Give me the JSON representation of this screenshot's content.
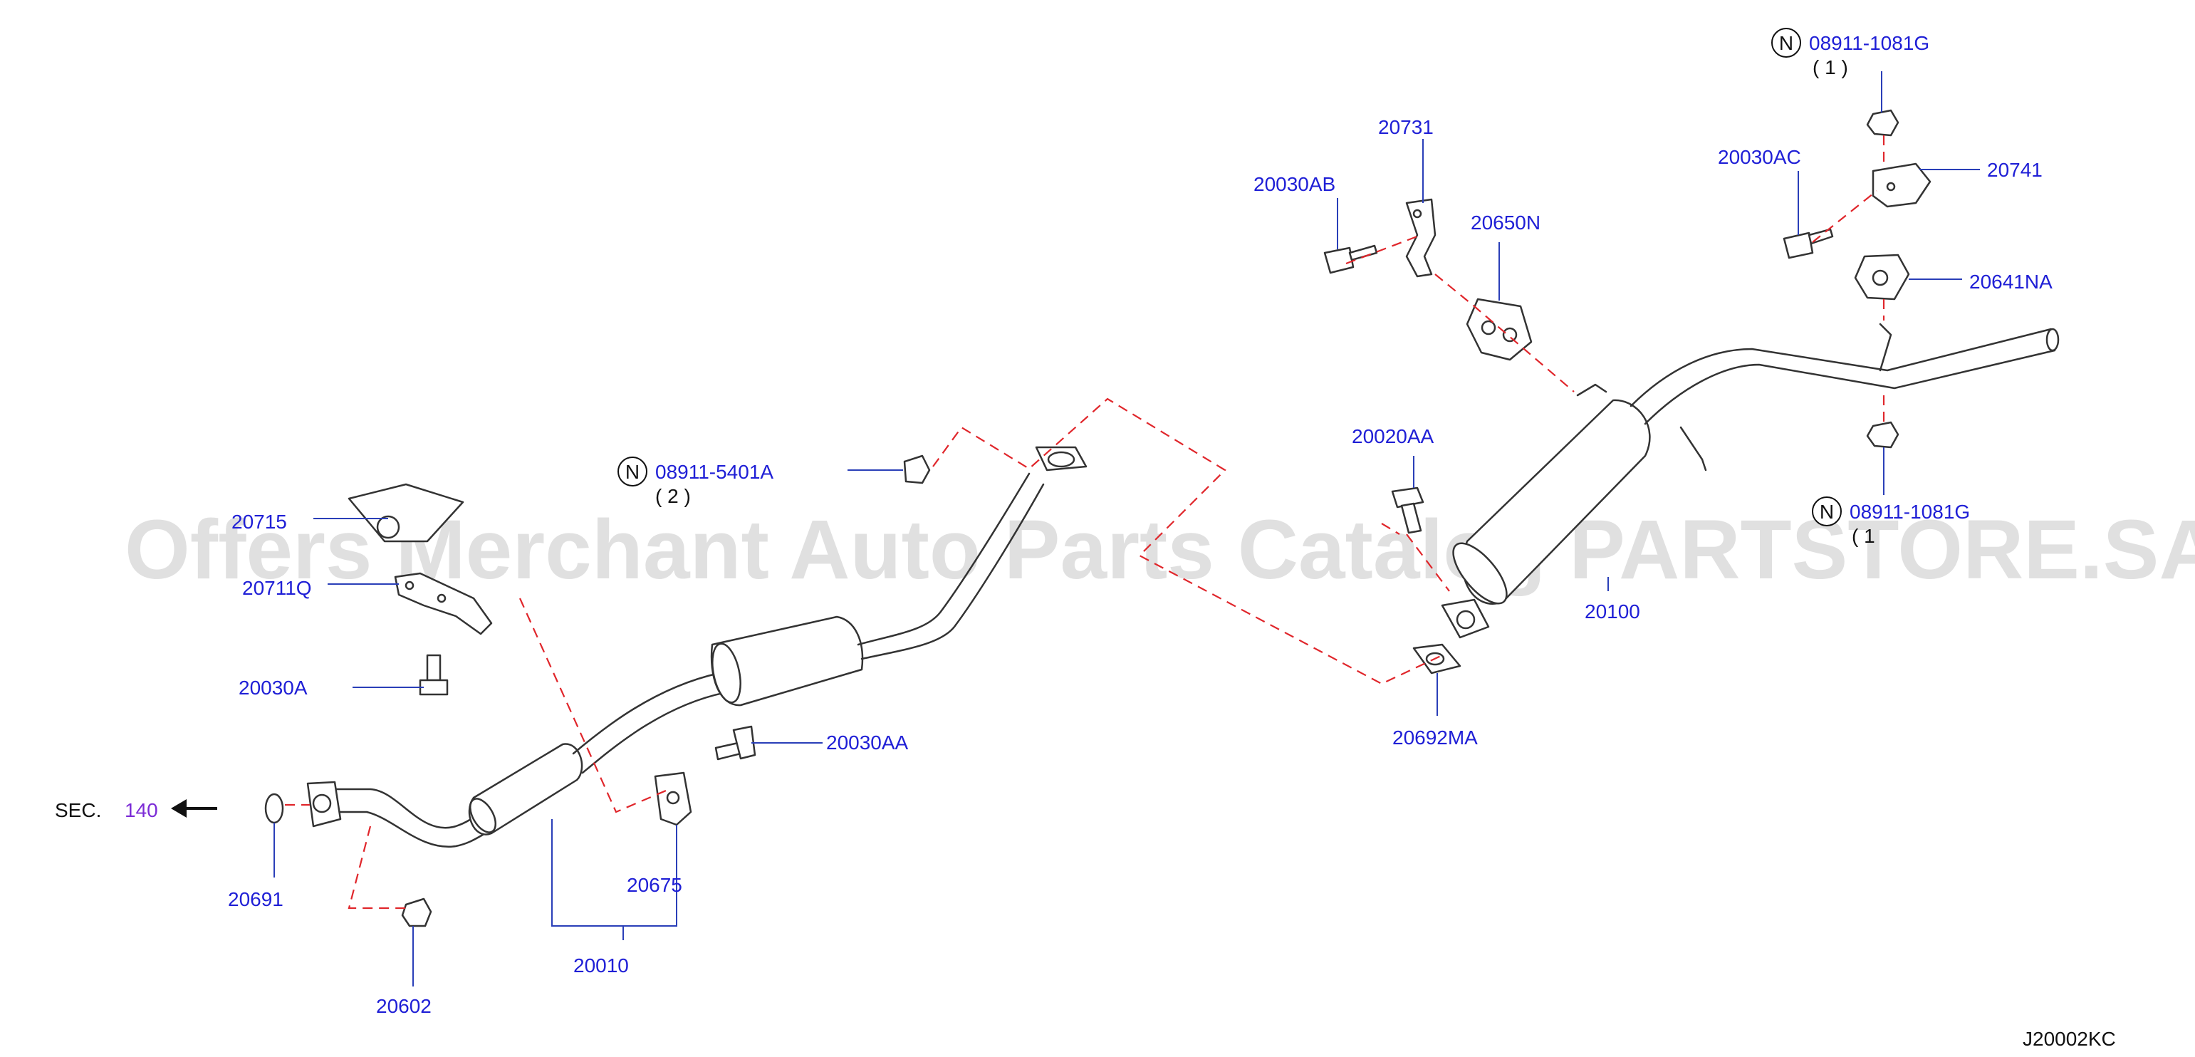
{
  "watermark": "Offers Merchant Auto Parts Catalog PARTSTORE.SA",
  "diagram_code": "J20002KC",
  "section_ref": {
    "prefix": "SEC.",
    "number": "140"
  },
  "notes": [
    {
      "symbol": "N",
      "part": "08911-1081G",
      "qty": "( 1 )"
    },
    {
      "symbol": "N",
      "part": "08911-5401A",
      "qty": "( 2 )"
    },
    {
      "symbol": "N",
      "part": "08911-1081G",
      "qty": "( 1"
    }
  ],
  "parts": {
    "p20731": "20731",
    "p20030AB": "20030AB",
    "p20650N": "20650N",
    "p20030AC": "20030AC",
    "p20741": "20741",
    "p20641NA": "20641NA",
    "p20020AA": "20020AA",
    "p20100": "20100",
    "p20692MA": "20692MA",
    "p20715": "20715",
    "p20711Q": "20711Q",
    "p20030A": "20030A",
    "p20030AA": "20030AA",
    "p20675": "20675",
    "p20691": "20691",
    "p20602": "20602",
    "p20010": "20010"
  },
  "colors": {
    "label": "#1f1fd6",
    "leader": "#2a3fb8",
    "dashed_link": "#e0262b",
    "section_number": "#7b2bd6",
    "part_outline": "#333333"
  }
}
